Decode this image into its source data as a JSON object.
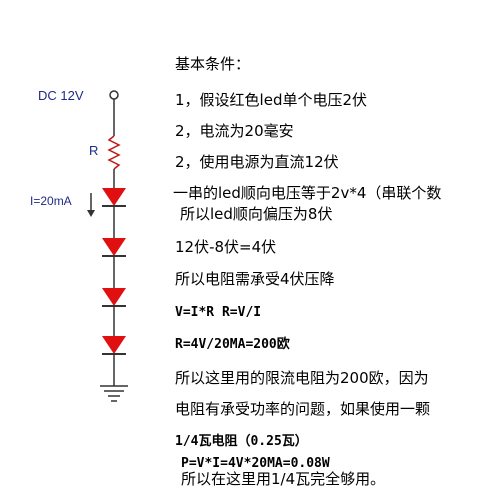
{
  "circuit": {
    "source_label": "DC 12V",
    "resistor_label": "R",
    "current_label": "I=20mA",
    "wire_color": "#333333",
    "led_color": "#e01010"
  },
  "notes": [
    "基本条件：",
    "1，假设红色led单个电压2伏",
    "2，电流为20毫安",
    "2，使用电源为直流12伏",
    "一串的led顺向电压等于2v*4（串联个数",
    "所以led顺向偏压为8伏",
    "12伏-8伏=4伏",
    "所以电阻需承受4伏压降",
    "V=I*R   R=V/I",
    "R=4V/20MA=200欧",
    "所以这里用的限流电阻为200欧，因为",
    "电阻有承受功率的问题，如果使用一颗",
    "1/4瓦电阻（0.25瓦）",
    "P=V*I=4V*20MA=0.08W",
    "所以在这里用1/4瓦完全够用。"
  ]
}
